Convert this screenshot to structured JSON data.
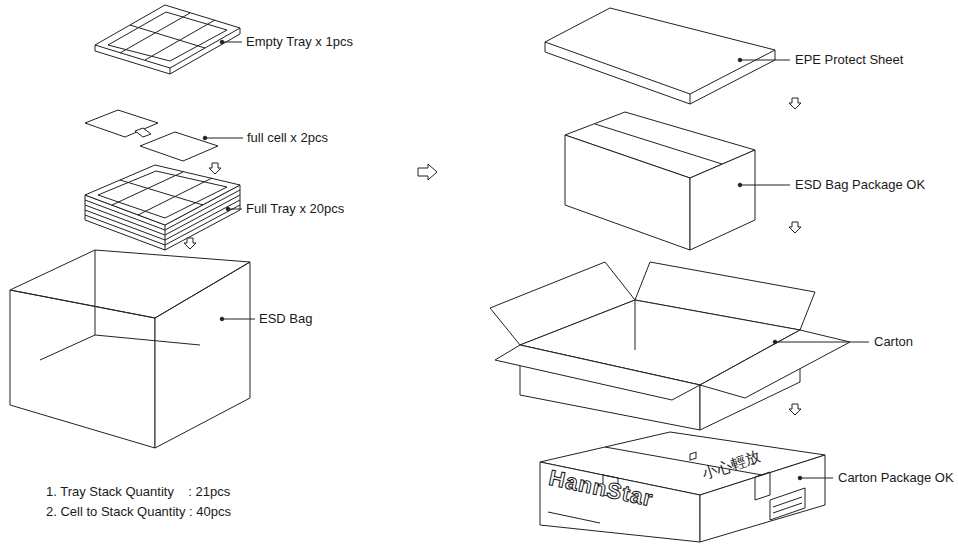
{
  "diagram": {
    "labels": [
      "Empty Tray x 1pcs",
      "full cell x 2pcs",
      "Full Tray x 20pcs",
      "ESD Bag",
      "1. Tray Stack Quantity    : 21pcs",
      "2. Cell to Stack Quantity : 40pcs",
      "EPE Protect Sheet",
      "ESD Bag Package OK",
      "Carton",
      "Carton Package OK",
      "HannStar",
      "小心輕放"
    ]
  }
}
